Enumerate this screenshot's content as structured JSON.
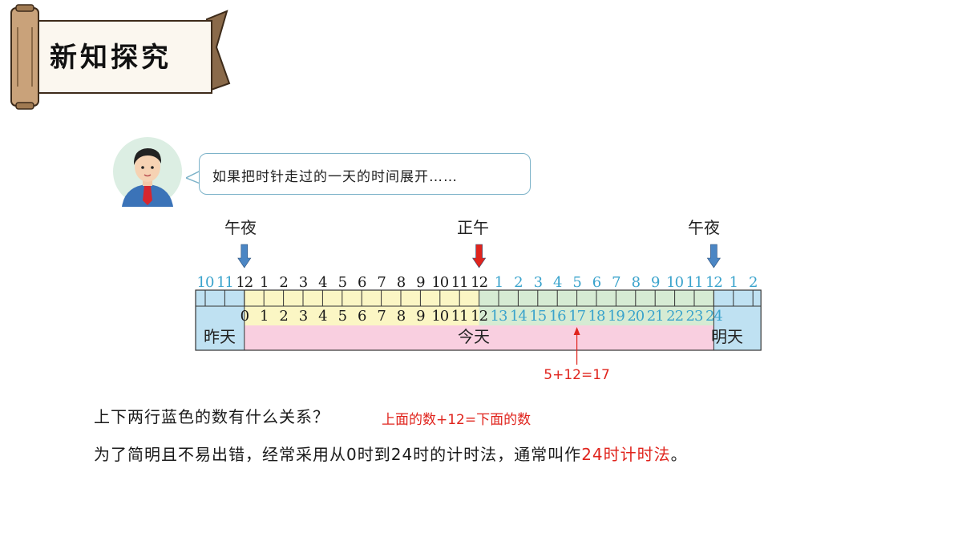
{
  "header": {
    "title": "新知探究"
  },
  "speech": {
    "text": "如果把时针走过的一天的时间展开……"
  },
  "markers": {
    "midnight_left": "午夜",
    "noon": "正午",
    "midnight_right": "午夜"
  },
  "timeline": {
    "top_row": [
      "10",
      "11",
      "12",
      "1",
      "2",
      "3",
      "4",
      "5",
      "6",
      "7",
      "8",
      "9",
      "10",
      "11",
      "12",
      "1",
      "2",
      "3",
      "4",
      "5",
      "6",
      "7",
      "8",
      "9",
      "10",
      "11",
      "12",
      "1",
      "2"
    ],
    "bottom_row": [
      "0",
      "1",
      "2",
      "3",
      "4",
      "5",
      "6",
      "7",
      "8",
      "9",
      "10",
      "11",
      "12",
      "13",
      "14",
      "15",
      "16",
      "17",
      "18",
      "19",
      "20",
      "21",
      "22",
      "23",
      "24"
    ],
    "day_labels": {
      "yesterday": "昨天",
      "today": "今天",
      "tomorrow": "明天"
    },
    "annotation": "5+12=17"
  },
  "colors": {
    "blue_numbers": "#3aa3cc",
    "black_numbers": "#1a1a1a",
    "red": "#e0241d",
    "yesterday_fill": "#bfe1f2",
    "today_fill": "#f9cfe0",
    "morning_strip": "#fbf6c4",
    "afternoon_strip": "#d6ebd3",
    "arrow_blue": "#4b86c4"
  },
  "question": {
    "text": "上下两行蓝色的数有什么关系？",
    "answer": "上面的数+12=下面的数"
  },
  "statement": {
    "before": "为了简明且不易出错，经常采用从0时到24时的计时法，通常叫作",
    "highlight": "24时计时法",
    "after": "。"
  }
}
